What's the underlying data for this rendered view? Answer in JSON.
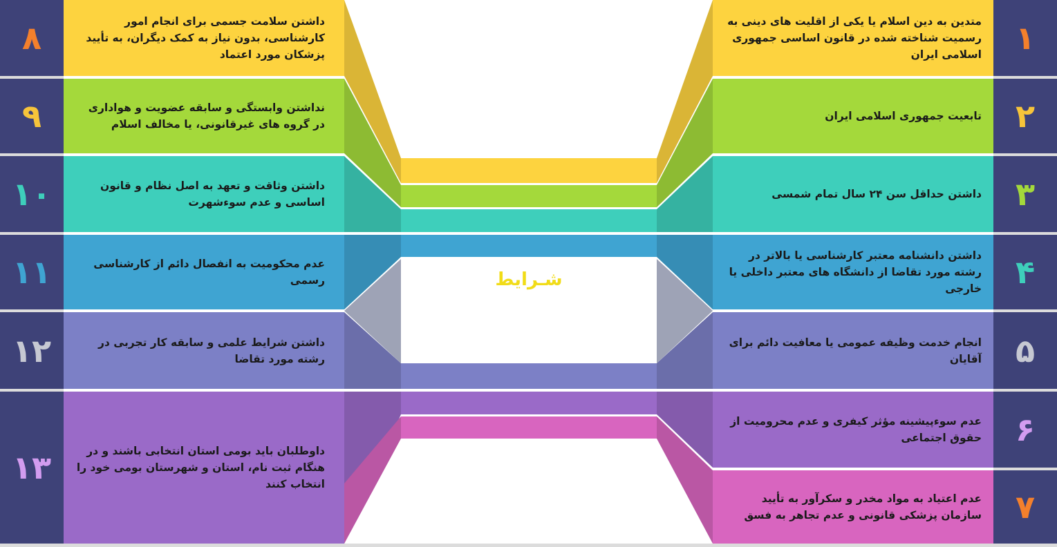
{
  "center_title": "شـرایط",
  "colors": {
    "page_background": "#ffffff",
    "number_column": "#3e4278",
    "number_divider": "#dcdcdc",
    "center_panel": "#ffffff",
    "connector": "#9ea3b6"
  },
  "right_items": [
    {
      "number": "۱",
      "text": "متدین به دین اسلام یا یکی از اقلیت های دینی به رسمیت شناخته شده در قانون اساسی جمهوری اسلامی ایران",
      "color": "#fdd33f",
      "number_color": "#f4802c"
    },
    {
      "number": "۲",
      "text": "تابعیت جمهوری اسلامی ایران",
      "color": "#a4d93b",
      "number_color": "#f7c43a"
    },
    {
      "number": "۳",
      "text": "داشتن حداقل سن ۲۴ سال تمام شمسی",
      "color": "#3ecfbb",
      "number_color": "#a4d93b"
    },
    {
      "number": "۴",
      "text": "داشتن دانشنامه معتبر کارشناسی یا بالاتر در رشته مورد تقاضا از دانشگاه های معتبر داخلی یا خارجی",
      "color": "#3fa4d2",
      "number_color": "#3ecfbb"
    },
    {
      "number": "۵",
      "text": "انجام خدمت وظیفه عمومی یا معافیت دائم برای آقایان",
      "color": "#7c80c6",
      "number_color": "#c6c8d2"
    },
    {
      "number": "۶",
      "text": "عدم سوءپیشینه مؤثر کیفری و عدم محرومیت از حقوق اجتماعی",
      "color": "#9a6ac8",
      "number_color": "#d39cf0"
    },
    {
      "number": "۷",
      "text": "عدم اعتیاد به مواد مخدر و سکرآور به تأیید سازمان پزشکی قانونی و عدم تجاهر به فسق",
      "color": "#d865bf",
      "number_color": "#f4802c"
    }
  ],
  "left_items": [
    {
      "number": "۸",
      "text": "داشتن سلامت جسمی برای انجام امور کارشناسی، بدون نیاز به کمک دیگران، به تأیید پزشکان مورد اعتماد",
      "color": "#fdd33f",
      "number_color": "#f4802c"
    },
    {
      "number": "۹",
      "text": "نداشتن وابستگی و سابقه عضویت و هواداری در گروه های غیرقانونی، یا مخالف اسلام",
      "color": "#a4d93b",
      "number_color": "#f7c43a"
    },
    {
      "number": "۱۰",
      "text": "داشتن وثاقت و تعهد به اصل نظام و قانون اساسی و عدم سوءشهرت",
      "color": "#3ecfbb",
      "number_color": "#3ecfbb"
    },
    {
      "number": "۱۱",
      "text": "عدم محکومیت به انفصال دائم از کارشناسی رسمی",
      "color": "#3fa4d2",
      "number_color": "#3fa4d2"
    },
    {
      "number": "۱۲",
      "text": "داشتن شرایط علمی و سابقه کار تجربی در رشته مورد تقاضا",
      "color": "#7c80c6",
      "number_color": "#c6c8d2"
    },
    {
      "number": "۱۳",
      "text": "داوطلبان باید بومی استان انتخابی باشند و در هنگام ثبت نام، استان و شهرستان بومی خود را انتخاب کنند",
      "color": "#9a6ac8",
      "number_color": "#d39cf0"
    }
  ]
}
